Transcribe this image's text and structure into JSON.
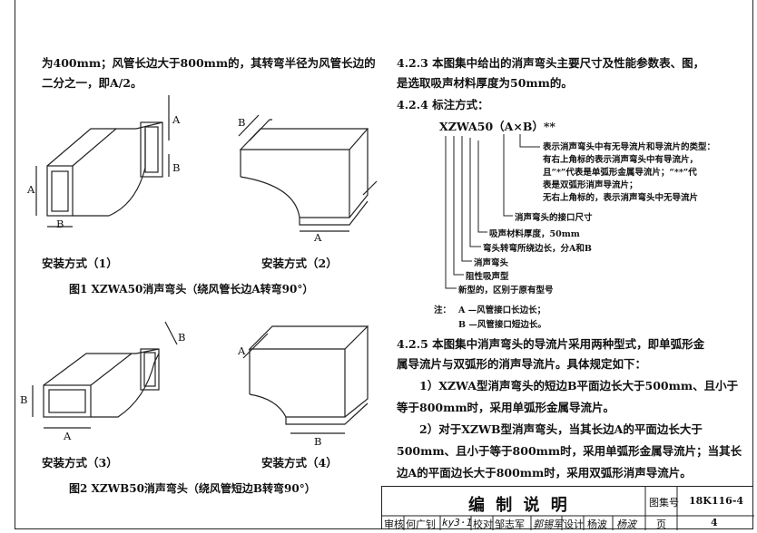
{
  "left": {
    "para1": "为400mm；风管长边大于800mm的，其转弯半径为风管长边的",
    "para2": "二分之一，即A/2。",
    "install1": "安装方式（1）",
    "install2": "安装方式（2）",
    "install3": "安装方式（3）",
    "install4": "安装方式（4）",
    "fig1_caption": "图1 XZWA50消声弯头（绕风管长边A转弯90°）",
    "fig2_caption": "图2 XZWB50消声弯头（绕风管短边B转弯90°）",
    "label_a": "A",
    "label_b": "B"
  },
  "right": {
    "s423_l1": "4.2.3 本图集中给出的消声弯头主要尺寸及性能参数表、图，",
    "s423_l2": "是选取吸声材料厚度为50mm的。",
    "s424": "4.2.4 标注方式：",
    "formula": "XZWA50（A×B）**",
    "n1": "表示消声弯头中有无导流片和导流片的类型：",
    "n2": "有右上角标的表示消声弯头中有导流片，",
    "n3": "且“*”代表是单弧形金属导流片；“**”代",
    "n4": "表是双弧形消声导流片；",
    "n5": "无右上角标的，表示消声弯头中无导流片",
    "n6": "消声弯头的接口尺寸",
    "n7": "吸声材料厚度，50mm",
    "n8": "弯头转弯所绕边长，分A和B",
    "n9": "消声弯头",
    "n10": "阻性吸声型",
    "n11": "新型的，区别于原有型号",
    "note_prefix": "注：",
    "note_a": "A —风管接口长边长；",
    "note_b": "B —风管接口短边长。",
    "s425_l1": "4.2.5 本图集中消声弯头的导流片采用两种型式，即单弧形金",
    "s425_l2": "属导流片与双弧形的消声导流片。具体规定如下：",
    "s425_l3": "1）XZWA型消声弯头的短边B平面边长大于500mm、且小于",
    "s425_l4": "等于800mm时，采用单弧形金属导流片。",
    "s425_l5": "2）对于XZWB型消声弯头，当其长边A的平面边长大于",
    "s425_l6": "500mm、且小于等于800mm时，采用单弧形金属导流片；当其长",
    "s425_l7": "边A的平面边长大于800mm时，采用双弧形消声导流片。"
  },
  "title_block": {
    "title": "编 制 说 明",
    "atlas_label": "图集号",
    "atlas_no": "18K116-4",
    "review_label": "审核",
    "reviewer": "何广钊",
    "reviewer_sig": "ky3·1",
    "check_label": "校对",
    "checker": "邹志军",
    "checker_sig": "郭锡军",
    "design_label": "设计",
    "designer": "杨波",
    "designer_sig": "杨波",
    "page_label": "页",
    "page_no": "4"
  }
}
